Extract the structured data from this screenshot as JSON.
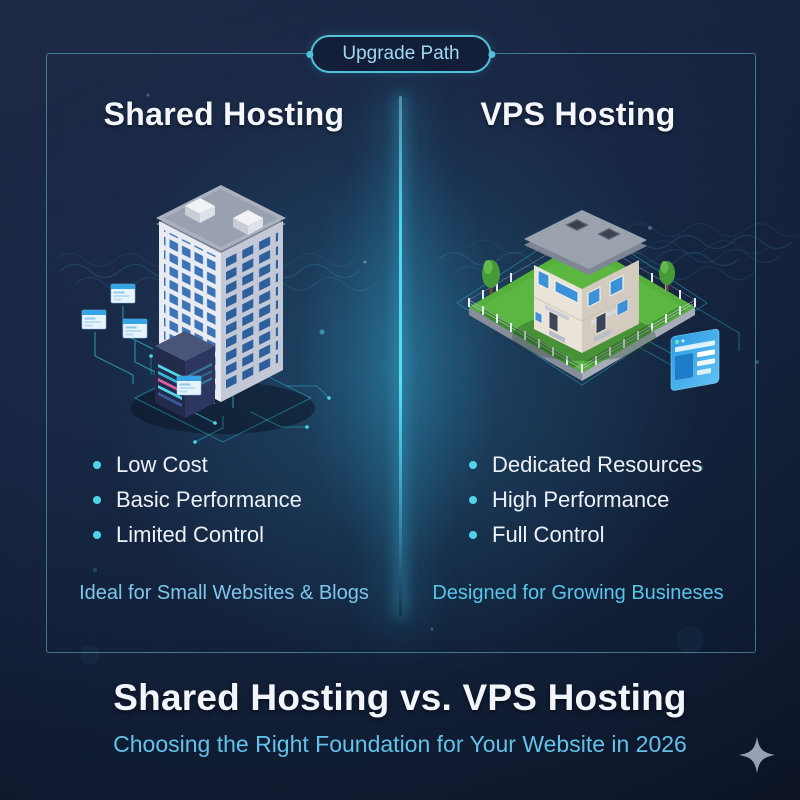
{
  "badge": {
    "label": "Upgrade Path"
  },
  "columns": {
    "left": {
      "title": "Shared Hosting",
      "features": [
        "Low Cost",
        "Basic Performance",
        "Limited Control"
      ],
      "tagline": "Ideal for Small Websites & Blogs",
      "illustration": "isometric-apartment-building-with-server-rack"
    },
    "right": {
      "title": "VPS Hosting",
      "features": [
        "Dedicated Resources",
        "High Performance",
        "Full Control"
      ],
      "tagline": "Designed for Growing Busineses",
      "illustration": "isometric-private-house-with-browser-window"
    }
  },
  "footer": {
    "title": "Shared Hosting vs. VPS Hosting",
    "subtitle": "Choosing the Right Foundation for Your Website in 2026"
  },
  "colors": {
    "accent_cyan": "#4fd4ea",
    "divider_cyan": "#4ad6ec",
    "heading_white": "#f4f6fa",
    "tagline_blue_left": "#7fc6ec",
    "tagline_cyan_right": "#58c6ea",
    "subtitle_cyan": "#62c2e8",
    "panel_border_teal": "#5ab4cd",
    "background_navy": "#101a30",
    "sparkle_gray": "#97a1b4"
  },
  "icons": {
    "bottom_right": "four-point-sparkle"
  }
}
